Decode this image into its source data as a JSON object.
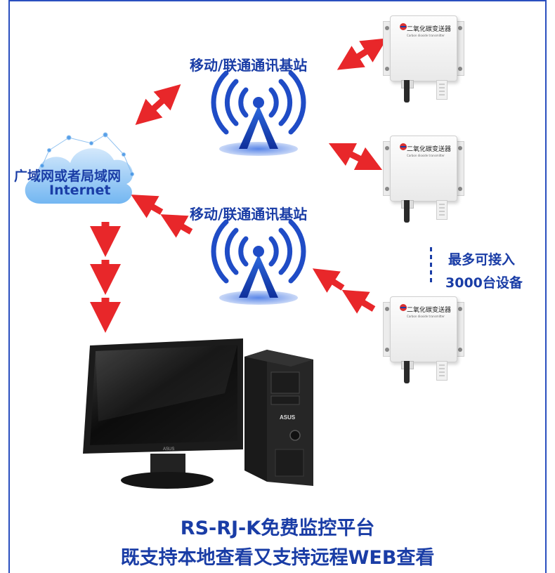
{
  "base_station_label_1": "移动/联通通讯基站",
  "base_station_label_2": "移动/联通通讯基站",
  "cloud": {
    "line1": "广域网或者局域网",
    "line2": "Internet"
  },
  "capacity": {
    "line1": "最多可接入",
    "line2": "3000台设备"
  },
  "sensor_brand": "二氧化碳变送器",
  "sensor_subtitle": "Carbon dioxide transmitter",
  "computer_brand": "ASUS",
  "caption": {
    "line1": "RS-RJ-K免费监控平台",
    "line2": "既支持本地查看又支持远程WEB查看"
  },
  "colors": {
    "accent_blue": "#1a3da6",
    "arrow_red": "#e8272a",
    "border_blue": "#2a4fbf"
  }
}
